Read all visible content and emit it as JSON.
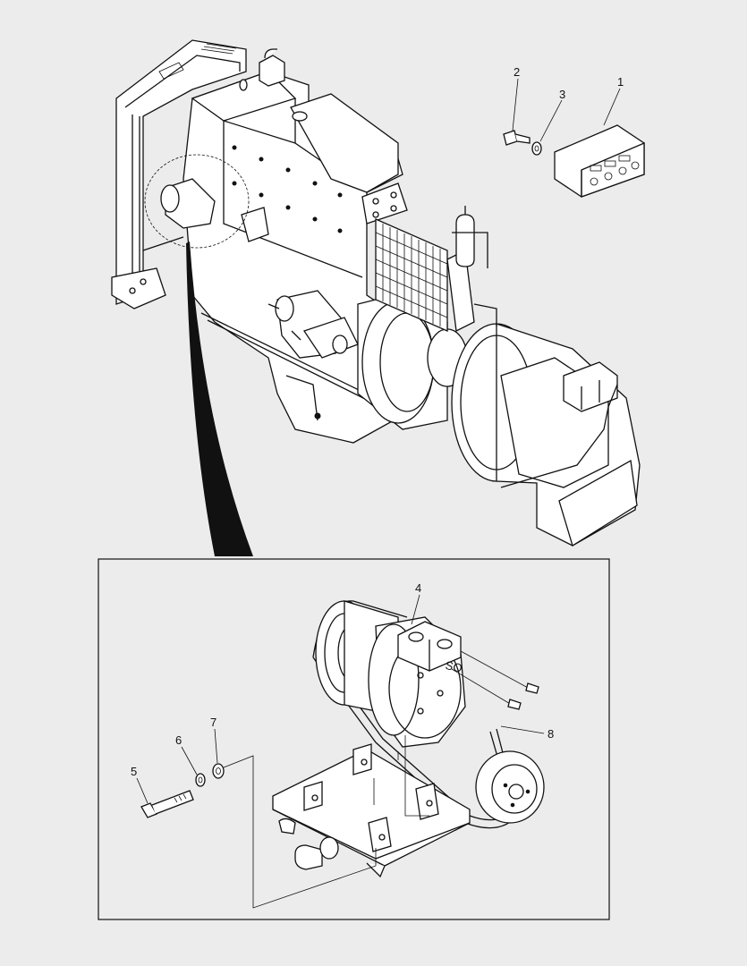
{
  "callouts": [
    {
      "id": "1",
      "label": "1"
    },
    {
      "id": "2",
      "label": "2"
    },
    {
      "id": "3",
      "label": "3"
    },
    {
      "id": "4",
      "label": "4"
    },
    {
      "id": "5",
      "label": "5"
    },
    {
      "id": "6",
      "label": "6"
    },
    {
      "id": "7",
      "label": "7"
    },
    {
      "id": "8",
      "label": "8"
    }
  ],
  "compressor_marking": "SO",
  "colors": {
    "background": "#ececec",
    "line": "#111111",
    "part_fill": "#ffffff"
  }
}
